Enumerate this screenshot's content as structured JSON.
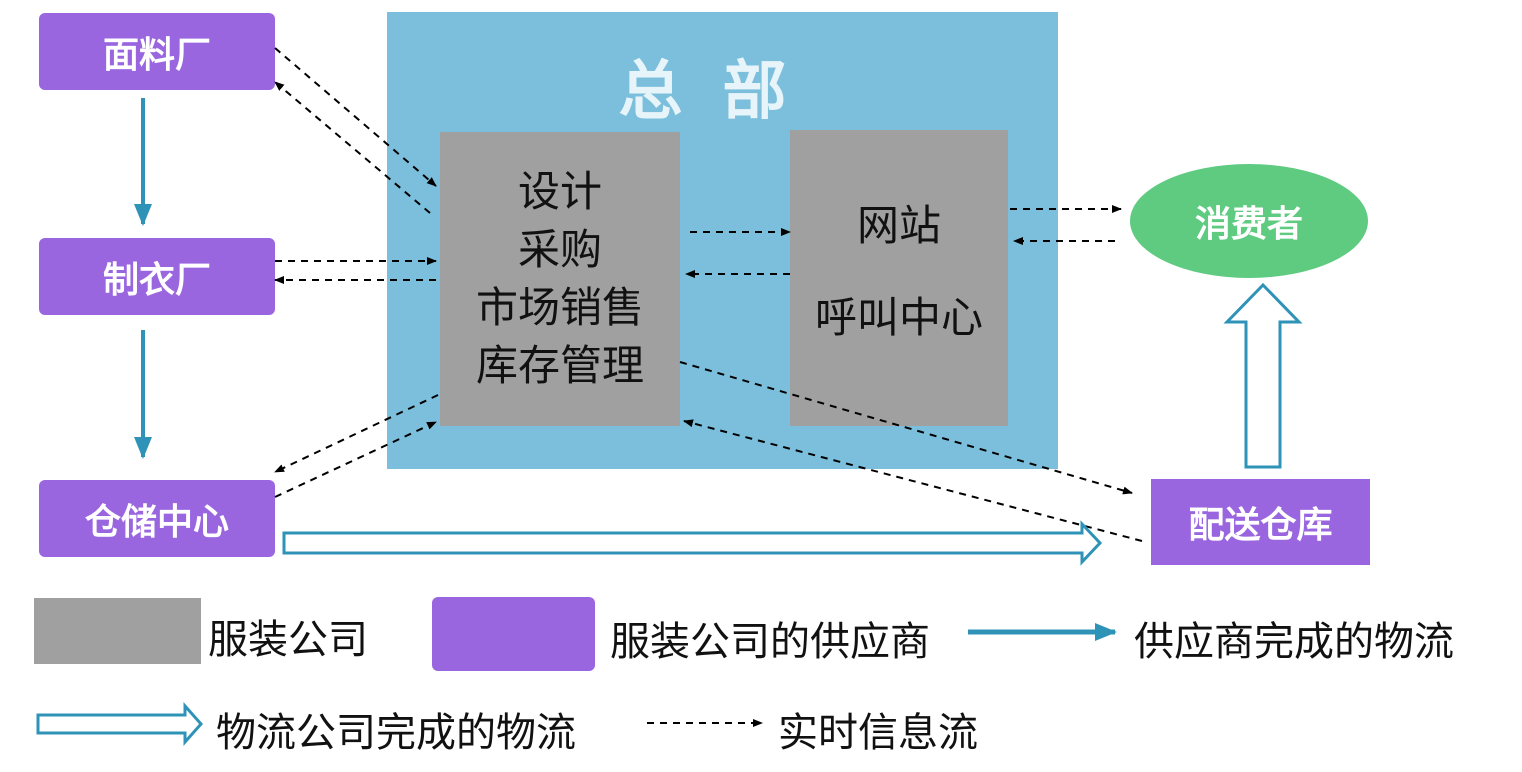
{
  "suppliers": {
    "fabric_factory": "面料厂",
    "garment_factory": "制衣厂",
    "storage_center": "仓储中心"
  },
  "headquarters": {
    "title": "总部",
    "functions_box": {
      "lines": [
        "设计",
        "采购",
        "市场销售",
        "库存管理"
      ]
    },
    "web_box": {
      "line1": "网站",
      "line2": "呼叫中心"
    }
  },
  "consumer": "消费者",
  "distribution_warehouse": "配送仓库",
  "legend": {
    "company": "服装公司",
    "suppliers": "服装公司的供应商",
    "supplier_logistics": "供应商完成的物流",
    "logistics_company": "物流公司完成的物流",
    "realtime_info": "实时信息流"
  },
  "colors": {
    "supplier_purple": "#9966e0",
    "company_gray": "#a0a0a0",
    "hq_blue": "#7bbfdd",
    "consumer_green": "#5ecb80",
    "arrow_teal": "#2f93b8"
  }
}
